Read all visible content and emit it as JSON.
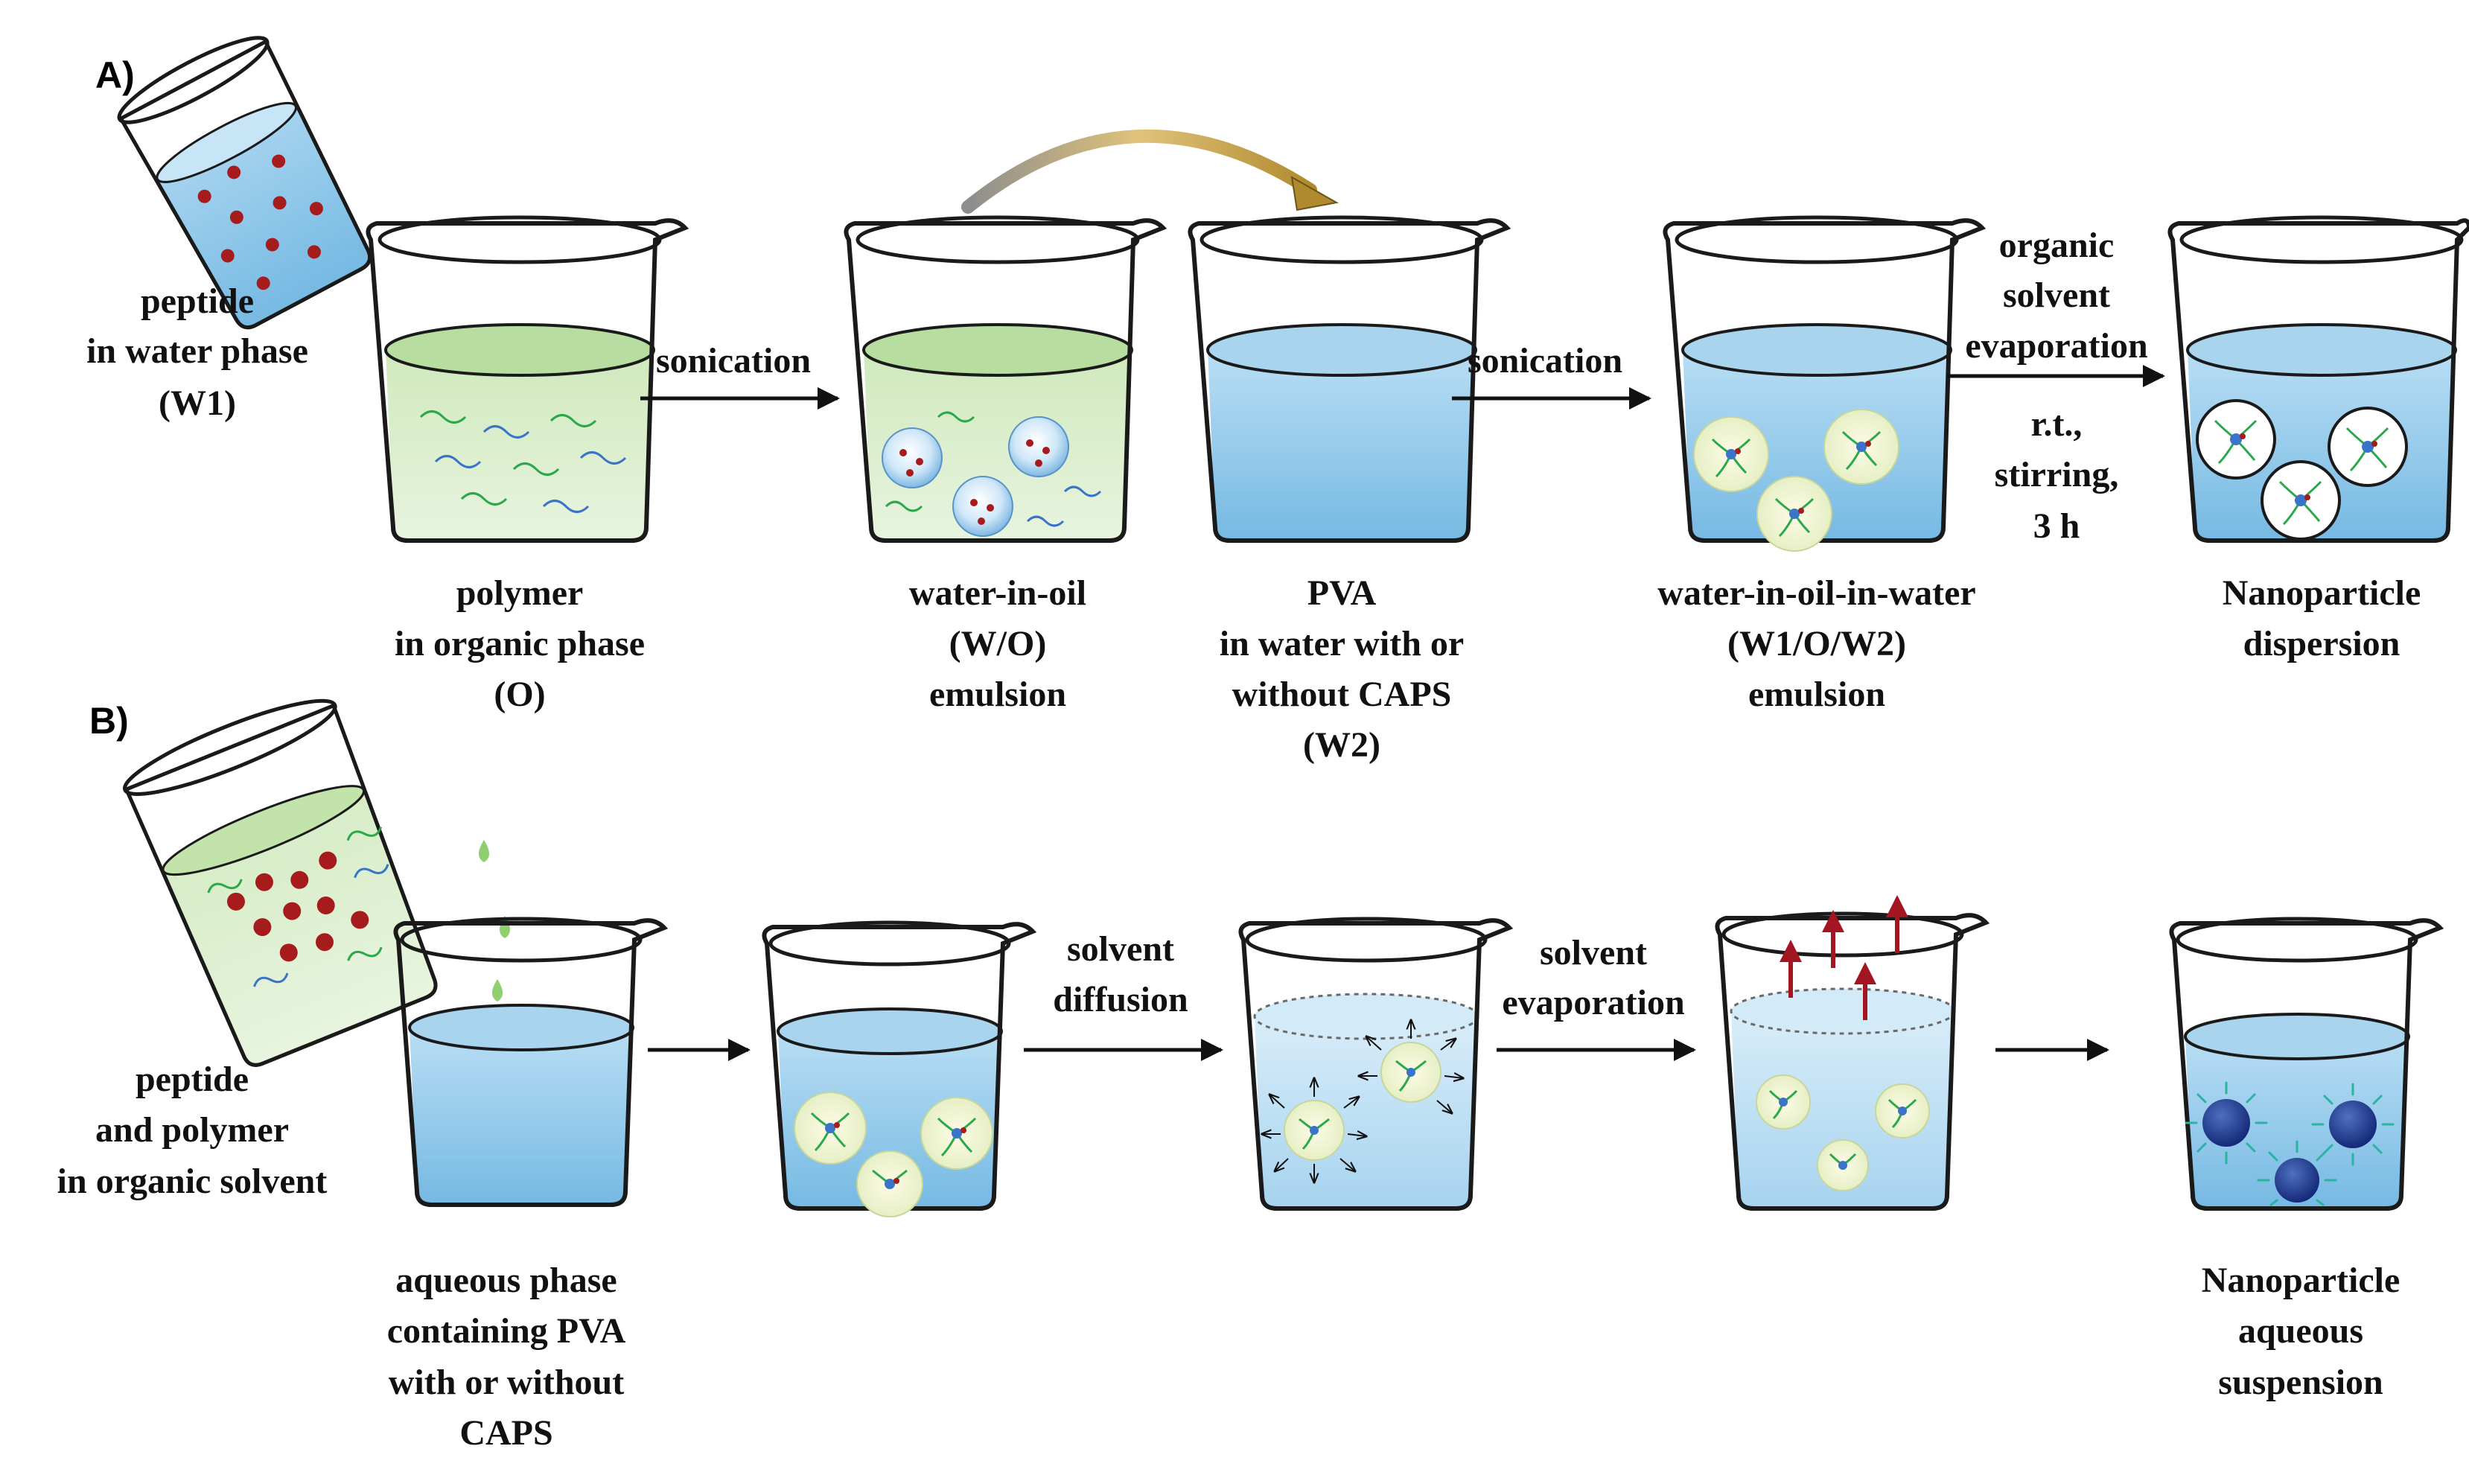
{
  "panels": {
    "a": {
      "label": "A)",
      "steps": {
        "peptide_w1": [
          "peptide",
          "in water phase",
          "(W1)"
        ],
        "polymer_o": [
          "polymer",
          "in organic phase",
          "(O)"
        ],
        "wo_emulsion": [
          "water-in-oil",
          "(W/O)",
          "emulsion"
        ],
        "pva_w2": [
          "PVA",
          "in water with or",
          "without CAPS",
          "(W2)"
        ],
        "w1ow2_emulsion": [
          "water-in-oil-in-water",
          "(W1/O/W2)",
          "emulsion"
        ],
        "nanoparticle_dispersion": [
          "Nanoparticle",
          "dispersion"
        ]
      },
      "arrows": {
        "sonication_1": "sonication",
        "sonication_2": "sonication",
        "evaporation_top": [
          "organic",
          "solvent",
          "evaporation"
        ],
        "evaporation_bottom": [
          "r.t.,",
          "stirring,",
          "3 h"
        ]
      }
    },
    "b": {
      "label": "B)",
      "steps": {
        "peptide_polymer": [
          "peptide",
          "and polymer",
          "in organic solvent"
        ],
        "aqueous_phase": [
          "aqueous phase",
          "containing PVA",
          "with or without",
          "CAPS"
        ],
        "nanoparticle_suspension": [
          "Nanoparticle",
          "aqueous",
          "suspension"
        ]
      },
      "arrows": {
        "solvent_diffusion": [
          "solvent",
          "diffusion"
        ],
        "solvent_evaporation": [
          "solvent",
          "evaporation"
        ]
      }
    }
  },
  "colors": {
    "water": "#8ec9ec",
    "water_light": "#cfe8f8",
    "organic": "#a9d98a",
    "organic_light": "#dcefcf",
    "peptide": "#a61c1c",
    "polymer_green": "#2aa84a",
    "polymer_blue": "#3a74c9",
    "evaporation_arrow": "#a31621",
    "transfer_arrow": "#c8a24a",
    "outline": "#1a1a1a"
  }
}
